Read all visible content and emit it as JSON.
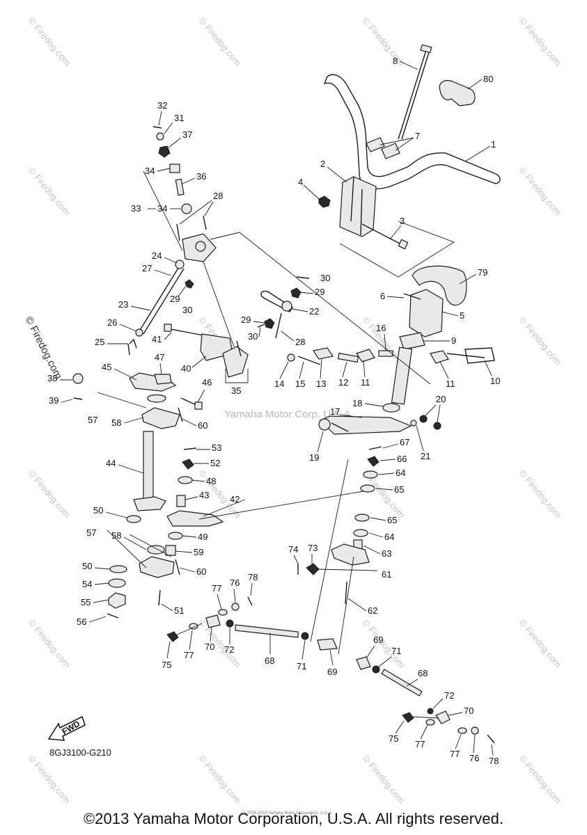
{
  "diagram": {
    "drawing_code": "8GJ3100-G210",
    "fwd_label": "FWD",
    "center_watermark": "Yamaha Motor Corp. U.S.A.",
    "fine_print": "(c) 2005-2015 Yamaha Motor Corporation, U.S.A.",
    "watermark_text": "© Firedog.com",
    "side_watermark": "© Firedog.com"
  },
  "footer": {
    "copyright": "©2013 Yamaha Motor Corporation, U.S.A. All rights reserved."
  }
}
